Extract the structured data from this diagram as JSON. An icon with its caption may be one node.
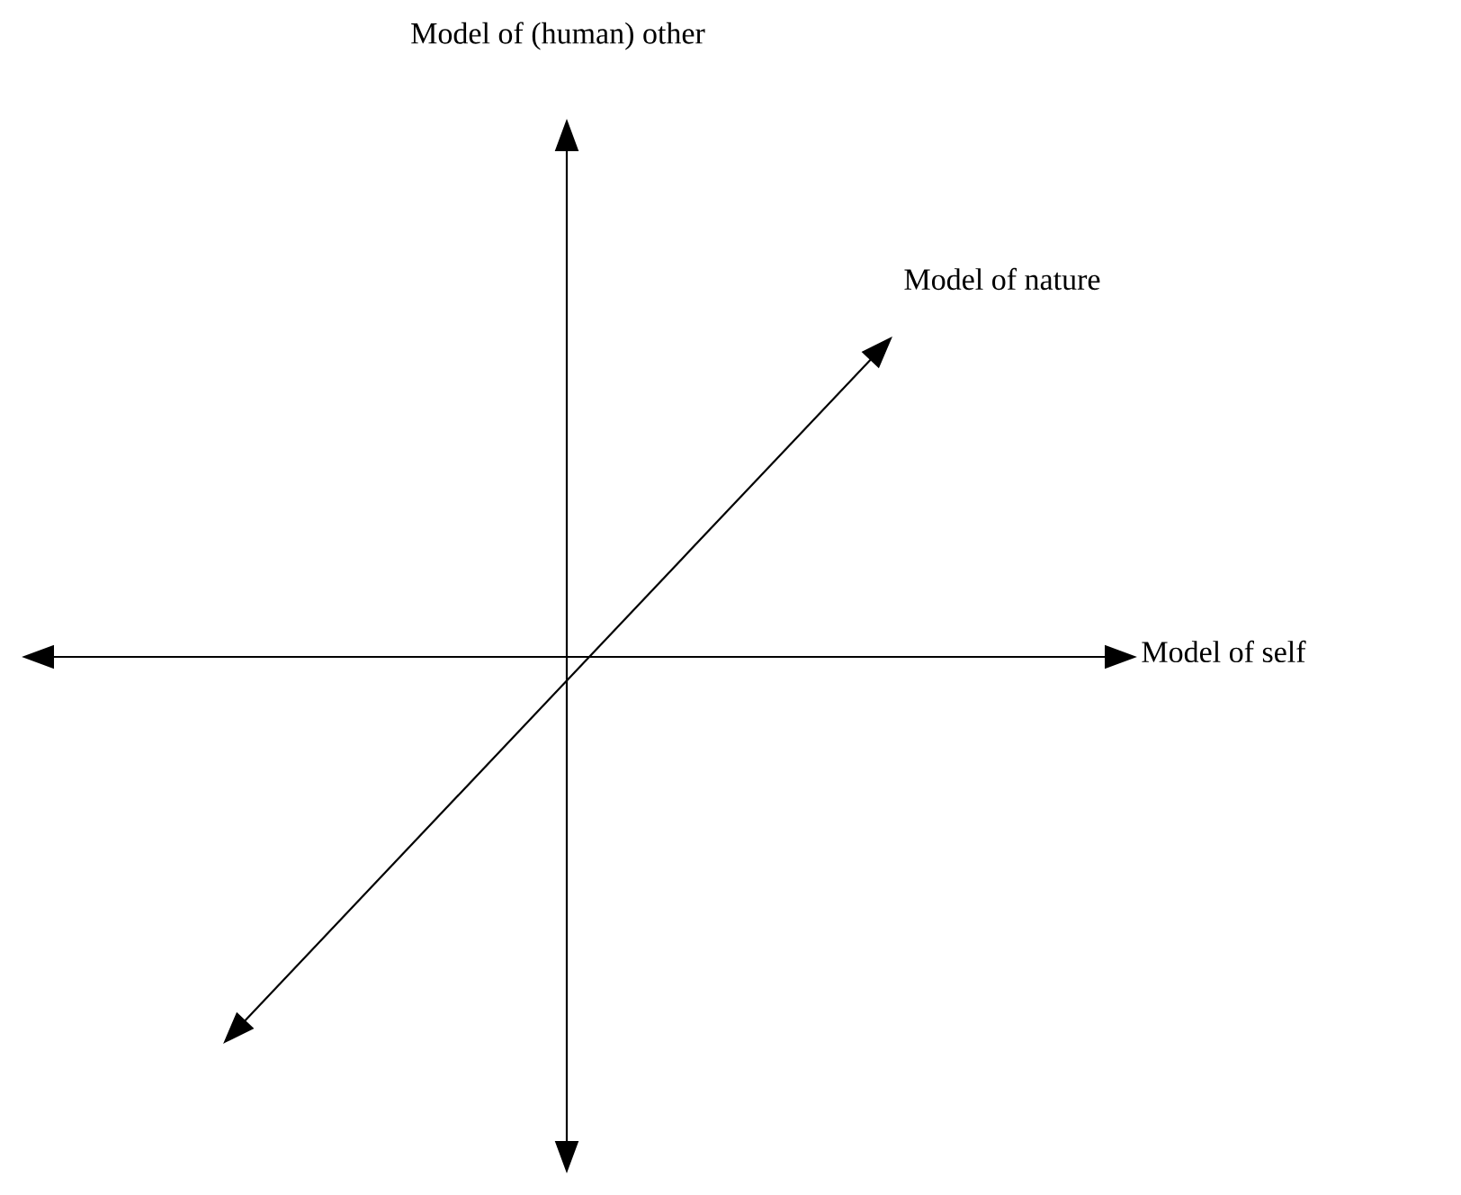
{
  "diagram": {
    "labels": [
      "Model of (human) other",
      "Model of nature",
      "Model of self"
    ]
  }
}
